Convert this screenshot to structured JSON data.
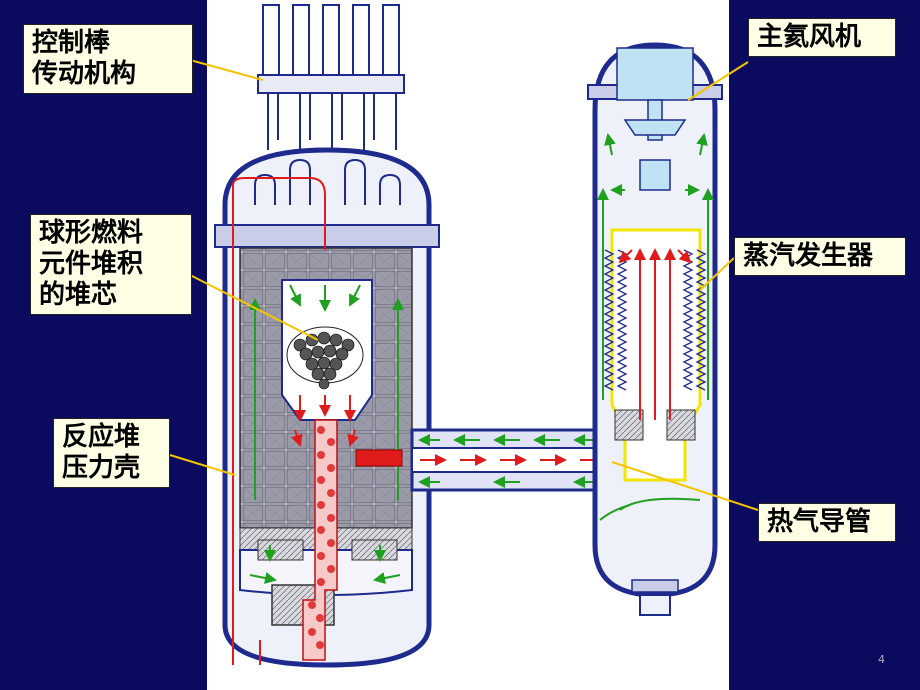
{
  "labels": {
    "control_rod": [
      "控制棒",
      "传动机构"
    ],
    "core": [
      "球形燃料",
      "元件堆积",
      "的堆芯"
    ],
    "pressure_vessel": [
      "反应堆",
      "压力壳"
    ],
    "blower": "主氦风机",
    "steam_generator": "蒸汽发生器",
    "hot_gas_duct": "热气导管"
  },
  "page_number": "4",
  "colors": {
    "background": "#0a0a5e",
    "label_fill": "#ffffe6",
    "leader_line": "#f5c400",
    "hot_flow": "#e01b1b",
    "cold_flow": "#1fa01f",
    "structure": "#1e2a8c"
  }
}
